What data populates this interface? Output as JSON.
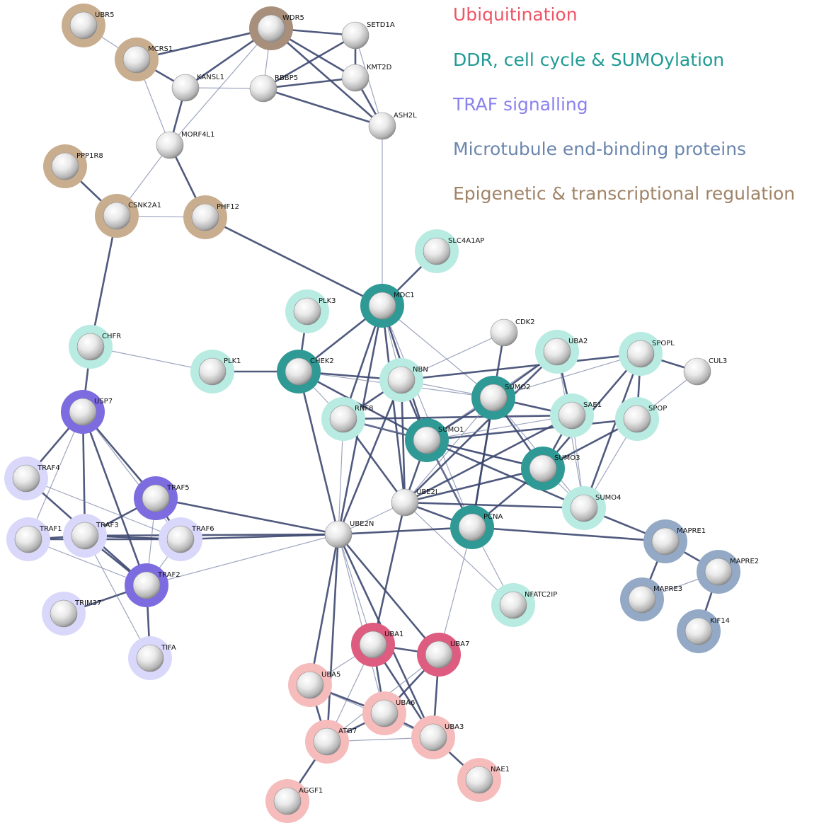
{
  "legend": [
    {
      "id": "ubiquitination",
      "label": "Ubiquitination",
      "color": "#ee5566"
    },
    {
      "id": "ddr",
      "label": "DDR, cell cycle & SUMOylation",
      "color": "#1f9a94"
    },
    {
      "id": "traf",
      "label": "TRAF signalling",
      "color": "#8a82ee"
    },
    {
      "id": "microtubule",
      "label": "Microtubule end-binding proteins",
      "color": "#6b86ad"
    },
    {
      "id": "epigenetic",
      "label": "Epigenetic & transcriptional regulation",
      "color": "#a08468"
    }
  ],
  "ring_colors": {
    "brown": "#c9ad8f",
    "brown_dark": "#a88f7c",
    "teal_dark": "#2f9a95",
    "teal_light": "#b8ebe1",
    "purple_dark": "#7d6be0",
    "purple_light": "#d9d8fb",
    "red_dark": "#de5c7f",
    "red_light": "#f6bcbc",
    "blue": "#93a9c6"
  },
  "nodes": [
    {
      "id": "UBR5",
      "label": "UBR5",
      "ring": "brown"
    },
    {
      "id": "WDR5",
      "label": "WDR5",
      "ring": "brown_dark"
    },
    {
      "id": "SETD1A",
      "label": "SETD1A",
      "ring": ""
    },
    {
      "id": "MCRS1",
      "label": "MCRS1",
      "ring": "brown"
    },
    {
      "id": "KANSL1",
      "label": "KANSL1",
      "ring": ""
    },
    {
      "id": "RBBP5",
      "label": "RBBP5",
      "ring": ""
    },
    {
      "id": "KMT2D",
      "label": "KMT2D",
      "ring": ""
    },
    {
      "id": "ASH2L",
      "label": "ASH2L",
      "ring": ""
    },
    {
      "id": "MORF4L1",
      "label": "MORF4L1",
      "ring": ""
    },
    {
      "id": "PPP1R8",
      "label": "PPP1R8",
      "ring": "brown"
    },
    {
      "id": "CSNK2A1",
      "label": "CSNK2A1",
      "ring": "brown"
    },
    {
      "id": "PHF12",
      "label": "PHF12",
      "ring": "brown"
    },
    {
      "id": "SLC4A1AP",
      "label": "SLC4A1AP",
      "ring": "teal_light"
    },
    {
      "id": "PLK3",
      "label": "PLK3",
      "ring": "teal_light"
    },
    {
      "id": "MDC1",
      "label": "MDC1",
      "ring": "teal_dark"
    },
    {
      "id": "CDK2",
      "label": "CDK2",
      "ring": ""
    },
    {
      "id": "CHFR",
      "label": "CHFR",
      "ring": "teal_light"
    },
    {
      "id": "PLK1",
      "label": "PLK1",
      "ring": "teal_light"
    },
    {
      "id": "CHEK2",
      "label": "CHEK2",
      "ring": "teal_dark"
    },
    {
      "id": "NBN",
      "label": "NBN",
      "ring": "teal_light"
    },
    {
      "id": "UBA2",
      "label": "UBA2",
      "ring": "teal_light"
    },
    {
      "id": "SPOPL",
      "label": "SPOPL",
      "ring": "teal_light"
    },
    {
      "id": "CUL3",
      "label": "CUL3",
      "ring": ""
    },
    {
      "id": "SUMO2",
      "label": "SUMO2",
      "ring": "teal_dark"
    },
    {
      "id": "RNF8",
      "label": "RNF8",
      "ring": "teal_light"
    },
    {
      "id": "SAE1",
      "label": "SAE1",
      "ring": "teal_light"
    },
    {
      "id": "SPOP",
      "label": "SPOP",
      "ring": "teal_light"
    },
    {
      "id": "SUMO1",
      "label": "SUMO1",
      "ring": "teal_dark"
    },
    {
      "id": "SUMO3",
      "label": "SUMO3",
      "ring": "teal_dark"
    },
    {
      "id": "USP7",
      "label": "USP7",
      "ring": "purple_dark"
    },
    {
      "id": "TRAF4",
      "label": "TRAF4",
      "ring": "purple_light"
    },
    {
      "id": "TRAF5",
      "label": "TRAF5",
      "ring": "purple_dark"
    },
    {
      "id": "UBE2I",
      "label": "UBE2I",
      "ring": ""
    },
    {
      "id": "SUMO4",
      "label": "SUMO4",
      "ring": "teal_light"
    },
    {
      "id": "TRAF1",
      "label": "TRAF1",
      "ring": "purple_light"
    },
    {
      "id": "TRAF3",
      "label": "TRAF3",
      "ring": "purple_light"
    },
    {
      "id": "TRAF6",
      "label": "TRAF6",
      "ring": "purple_light"
    },
    {
      "id": "UBE2N",
      "label": "UBE2N",
      "ring": ""
    },
    {
      "id": "PCNA",
      "label": "PCNA",
      "ring": "teal_dark"
    },
    {
      "id": "MAPRE1",
      "label": "MAPRE1",
      "ring": "blue"
    },
    {
      "id": "MAPRE2",
      "label": "MAPRE2",
      "ring": "blue"
    },
    {
      "id": "TRAF2",
      "label": "TRAF2",
      "ring": "purple_dark"
    },
    {
      "id": "MAPRE3",
      "label": "MAPRE3",
      "ring": "blue"
    },
    {
      "id": "NFATC2IP",
      "label": "NFATC2IP",
      "ring": "teal_light"
    },
    {
      "id": "TRIM37",
      "label": "TRIM37",
      "ring": "purple_light"
    },
    {
      "id": "KIF14",
      "label": "KIF14",
      "ring": "blue"
    },
    {
      "id": "TIFA",
      "label": "TIFA",
      "ring": "purple_light"
    },
    {
      "id": "UBA1",
      "label": "UBA1",
      "ring": "red_dark"
    },
    {
      "id": "UBA7",
      "label": "UBA7",
      "ring": "red_dark"
    },
    {
      "id": "UBA5",
      "label": "UBA5",
      "ring": "red_light"
    },
    {
      "id": "UBA6",
      "label": "UBA6",
      "ring": "red_light"
    },
    {
      "id": "UBA3",
      "label": "UBA3",
      "ring": "red_light"
    },
    {
      "id": "ATG7",
      "label": "ATG7",
      "ring": "red_light"
    },
    {
      "id": "NAE1",
      "label": "NAE1",
      "ring": "red_light"
    },
    {
      "id": "AGGF1",
      "label": "AGGF1",
      "ring": "red_light"
    }
  ],
  "edges": [
    [
      "UBR5",
      "MCRS1"
    ],
    [
      "MCRS1",
      "WDR5"
    ],
    [
      "MCRS1",
      "KANSL1"
    ],
    [
      "MCRS1",
      "MORF4L1"
    ],
    [
      "WDR5",
      "SETD1A"
    ],
    [
      "WDR5",
      "KANSL1"
    ],
    [
      "WDR5",
      "RBBP5"
    ],
    [
      "WDR5",
      "KMT2D"
    ],
    [
      "WDR5",
      "ASH2L"
    ],
    [
      "WDR5",
      "MORF4L1"
    ],
    [
      "SETD1A",
      "RBBP5"
    ],
    [
      "SETD1A",
      "KMT2D"
    ],
    [
      "SETD1A",
      "ASH2L"
    ],
    [
      "RBBP5",
      "KMT2D"
    ],
    [
      "RBBP5",
      "ASH2L"
    ],
    [
      "RBBP5",
      "KANSL1"
    ],
    [
      "KMT2D",
      "ASH2L"
    ],
    [
      "KANSL1",
      "MORF4L1"
    ],
    [
      "MORF4L1",
      "CSNK2A1"
    ],
    [
      "MORF4L1",
      "PHF12"
    ],
    [
      "PPP1R8",
      "CSNK2A1"
    ],
    [
      "CSNK2A1",
      "PHF12"
    ],
    [
      "CSNK2A1",
      "CHFR"
    ],
    [
      "PHF12",
      "MDC1"
    ],
    [
      "ASH2L",
      "MDC1"
    ],
    [
      "SLC4A1AP",
      "MDC1"
    ],
    [
      "MDC1",
      "CHEK2"
    ],
    [
      "MDC1",
      "NBN"
    ],
    [
      "MDC1",
      "RNF8"
    ],
    [
      "MDC1",
      "SUMO1"
    ],
    [
      "MDC1",
      "SUMO2"
    ],
    [
      "MDC1",
      "UBE2I"
    ],
    [
      "MDC1",
      "UBE2N"
    ],
    [
      "MDC1",
      "PCNA"
    ],
    [
      "PLK3",
      "CHEK2"
    ],
    [
      "PLK1",
      "CHEK2"
    ],
    [
      "CHFR",
      "PLK1"
    ],
    [
      "CHFR",
      "USP7"
    ],
    [
      "CHEK2",
      "NBN"
    ],
    [
      "CHEK2",
      "RNF8"
    ],
    [
      "CHEK2",
      "UBE2N"
    ],
    [
      "CHEK2",
      "SUMO1"
    ],
    [
      "CHEK2",
      "SUMO2"
    ],
    [
      "NBN",
      "RNF8"
    ],
    [
      "NBN",
      "SUMO1"
    ],
    [
      "NBN",
      "SUMO2"
    ],
    [
      "NBN",
      "UBE2I"
    ],
    [
      "NBN",
      "UBE2N"
    ],
    [
      "NBN",
      "CDK2"
    ],
    [
      "NBN",
      "SPOPL"
    ],
    [
      "CDK2",
      "PCNA"
    ],
    [
      "RNF8",
      "UBE2N"
    ],
    [
      "RNF8",
      "UBE2I"
    ],
    [
      "RNF8",
      "SUMO1"
    ],
    [
      "RNF8",
      "SUMO3"
    ],
    [
      "RNF8",
      "SAE1"
    ],
    [
      "UBA2",
      "SAE1"
    ],
    [
      "UBA2",
      "SUMO1"
    ],
    [
      "UBA2",
      "SUMO2"
    ],
    [
      "UBA2",
      "UBE2I"
    ],
    [
      "UBA2",
      "SUMO4"
    ],
    [
      "SPOPL",
      "CUL3"
    ],
    [
      "SPOPL",
      "SPOP"
    ],
    [
      "SPOPL",
      "SUMO2"
    ],
    [
      "SPOPL",
      "SUMO3"
    ],
    [
      "SPOPL",
      "SUMO4"
    ],
    [
      "SPOP",
      "CUL3"
    ],
    [
      "SPOP",
      "SUMO1"
    ],
    [
      "SPOP",
      "SUMO3"
    ],
    [
      "SPOP",
      "SUMO4"
    ],
    [
      "SUMO2",
      "SUMO1"
    ],
    [
      "SUMO2",
      "SUMO3"
    ],
    [
      "SUMO2",
      "UBE2I"
    ],
    [
      "SUMO2",
      "SAE1"
    ],
    [
      "SUMO2",
      "PCNA"
    ],
    [
      "SUMO2",
      "SUMO4"
    ],
    [
      "SUMO1",
      "SUMO3"
    ],
    [
      "SUMO1",
      "UBE2I"
    ],
    [
      "SUMO1",
      "SAE1"
    ],
    [
      "SUMO1",
      "PCNA"
    ],
    [
      "SUMO1",
      "SUMO4"
    ],
    [
      "SUMO1",
      "NFATC2IP"
    ],
    [
      "SUMO3",
      "UBE2I"
    ],
    [
      "SUMO3",
      "SAE1"
    ],
    [
      "SUMO3",
      "SUMO4"
    ],
    [
      "SUMO3",
      "PCNA"
    ],
    [
      "SAE1",
      "UBE2I"
    ],
    [
      "SAE1",
      "SUMO4"
    ],
    [
      "SUMO4",
      "UBE2I"
    ],
    [
      "SUMO4",
      "MAPRE1"
    ],
    [
      "UBE2I",
      "UBE2N"
    ],
    [
      "UBE2I",
      "PCNA"
    ],
    [
      "UBE2I",
      "UBA1"
    ],
    [
      "UBE2I",
      "NFATC2IP"
    ],
    [
      "UBE2N",
      "PCNA"
    ],
    [
      "UBE2N",
      "TRAF6"
    ],
    [
      "UBE2N",
      "TRAF2"
    ],
    [
      "UBE2N",
      "TRAF3"
    ],
    [
      "UBE2N",
      "TRAF5"
    ],
    [
      "UBE2N",
      "UBA1"
    ],
    [
      "UBE2N",
      "UBA7"
    ],
    [
      "UBE2N",
      "UBA5"
    ],
    [
      "UBE2N",
      "UBA6"
    ],
    [
      "UBE2N",
      "UBA3"
    ],
    [
      "UBE2N",
      "ATG7"
    ],
    [
      "PCNA",
      "UBA7"
    ],
    [
      "PCNA",
      "MAPRE1"
    ],
    [
      "USP7",
      "TRAF4"
    ],
    [
      "USP7",
      "TRAF1"
    ],
    [
      "USP7",
      "TRAF3"
    ],
    [
      "USP7",
      "TRAF5"
    ],
    [
      "USP7",
      "TRAF6"
    ],
    [
      "USP7",
      "TRAF2"
    ],
    [
      "TRAF4",
      "TRAF2"
    ],
    [
      "TRAF4",
      "TRAF6"
    ],
    [
      "TRAF5",
      "TRAF3"
    ],
    [
      "TRAF5",
      "TRAF6"
    ],
    [
      "TRAF5",
      "TRAF2"
    ],
    [
      "TRAF1",
      "TRAF3"
    ],
    [
      "TRAF1",
      "TRAF6"
    ],
    [
      "TRAF1",
      "TRAF2"
    ],
    [
      "TRAF3",
      "TRAF6"
    ],
    [
      "TRAF3",
      "TRAF2"
    ],
    [
      "TRAF6",
      "TRAF2"
    ],
    [
      "TRAF2",
      "TRIM37"
    ],
    [
      "TRAF2",
      "TIFA"
    ],
    [
      "TRAF3",
      "TIFA"
    ],
    [
      "MAPRE1",
      "MAPRE2"
    ],
    [
      "MAPRE1",
      "MAPRE3"
    ],
    [
      "MAPRE2",
      "MAPRE3"
    ],
    [
      "MAPRE2",
      "KIF14"
    ],
    [
      "UBA1",
      "UBA7"
    ],
    [
      "UBA1",
      "UBA5"
    ],
    [
      "UBA1",
      "UBA6"
    ],
    [
      "UBA1",
      "UBA3"
    ],
    [
      "UBA1",
      "ATG7"
    ],
    [
      "UBA7",
      "UBA6"
    ],
    [
      "UBA7",
      "UBA3"
    ],
    [
      "UBA7",
      "ATG7"
    ],
    [
      "UBA5",
      "UBA6"
    ],
    [
      "UBA5",
      "ATG7"
    ],
    [
      "UBA5",
      "UBA3"
    ],
    [
      "UBA6",
      "UBA3"
    ],
    [
      "UBA6",
      "ATG7"
    ],
    [
      "UBA3",
      "ATG7"
    ],
    [
      "UBA3",
      "NAE1"
    ],
    [
      "ATG7",
      "AGGF1"
    ]
  ]
}
